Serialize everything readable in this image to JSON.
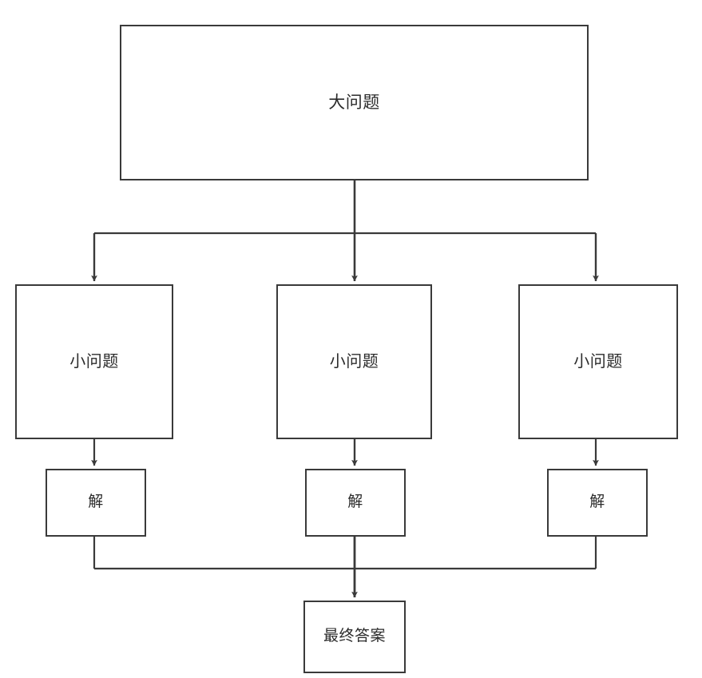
{
  "diagram": {
    "type": "flowchart",
    "orientation": "top-down",
    "background_color": "#ffffff",
    "line_color": "#3a3a3a",
    "text_color": "#2b2b2b",
    "nodes": {
      "root": {
        "label": "大问题"
      },
      "sub1": {
        "label": "小问题"
      },
      "sub2": {
        "label": "小问题"
      },
      "sub3": {
        "label": "小问题"
      },
      "sol1": {
        "label": "解"
      },
      "sol2": {
        "label": "解"
      },
      "sol3": {
        "label": "解"
      },
      "final": {
        "label": "最终答案"
      }
    }
  }
}
